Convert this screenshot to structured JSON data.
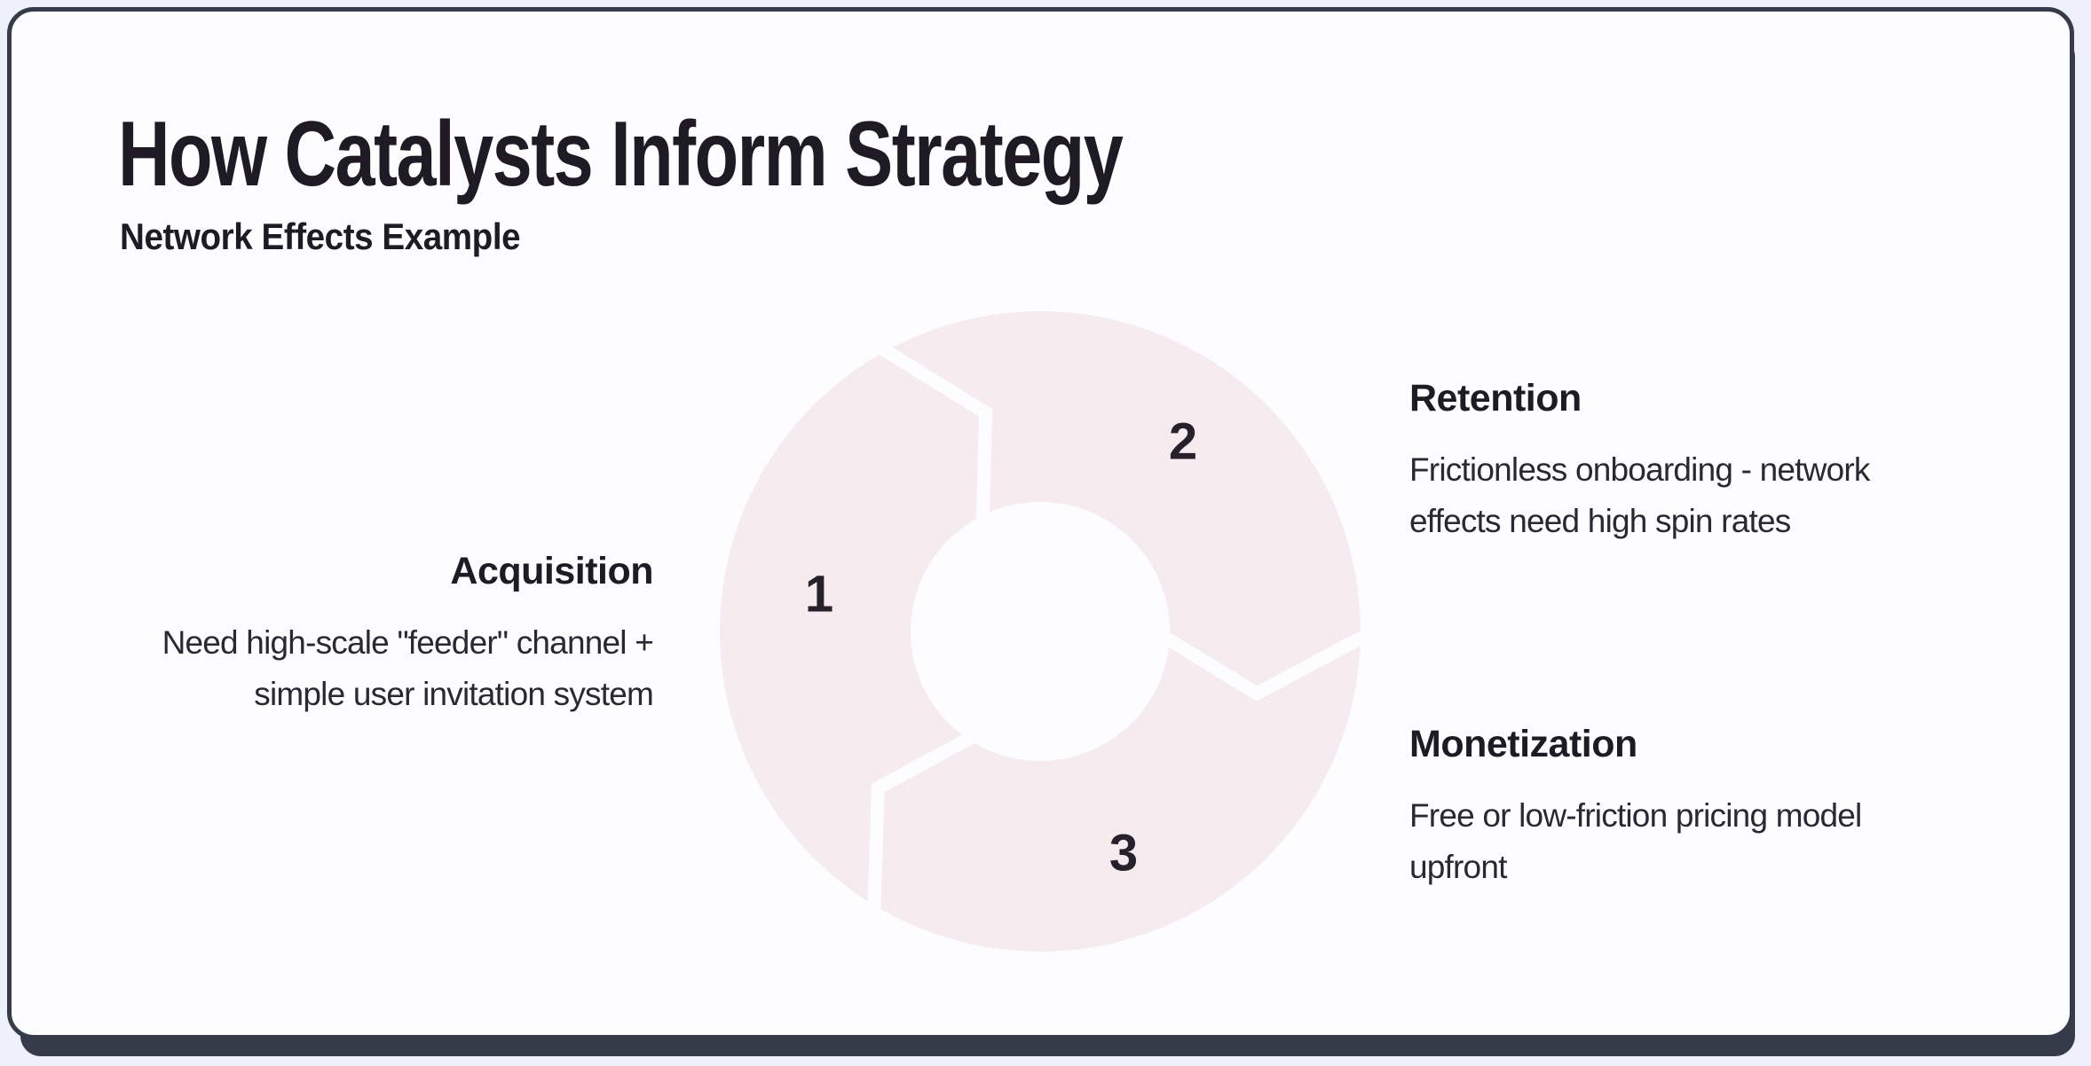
{
  "header": {
    "title": "How Catalysts Inform Strategy",
    "subtitle": "Network Effects Example"
  },
  "diagram": {
    "type": "cycle",
    "direction": "clockwise",
    "segment_count": 3,
    "colors": {
      "ring": "#f6ebef",
      "gap": "#fdfdff",
      "number_text": "#26212b"
    },
    "steps": [
      {
        "number": "1",
        "heading": "Acquisition",
        "lines": [
          "Need high-scale \"feeder\" channel +",
          "simple user invitation system"
        ]
      },
      {
        "number": "2",
        "heading": "Retention",
        "lines": [
          "Frictionless onboarding - network",
          "effects need high spin rates"
        ]
      },
      {
        "number": "3",
        "heading": "Monetization",
        "lines": [
          "Free or low-friction pricing model",
          "upfront"
        ]
      }
    ]
  },
  "colors": {
    "page_background": "#eef1fb",
    "card_background": "#fdfdff",
    "card_border": "#353b49",
    "heading_text": "#1e1b24",
    "body_text": "#2b2833"
  }
}
